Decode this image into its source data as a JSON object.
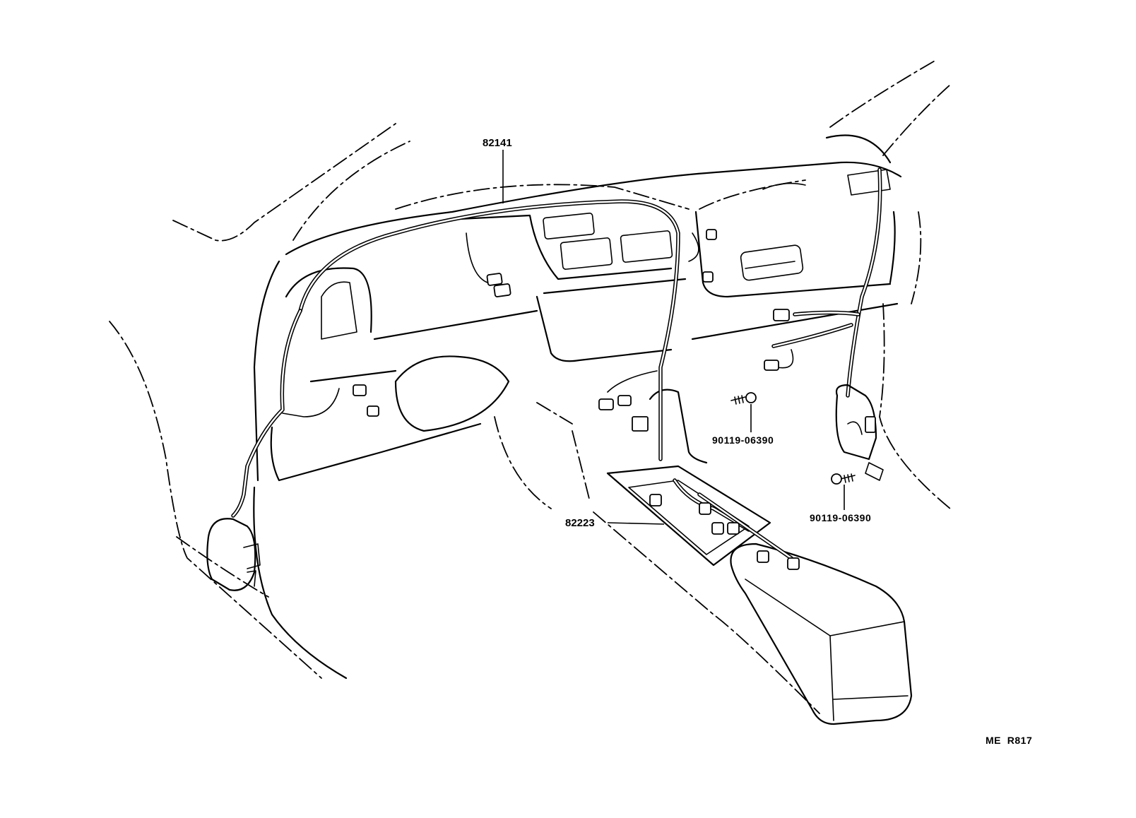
{
  "labels": {
    "part_1": "82141",
    "part_2": "82223",
    "bolt_1": "90119-06390",
    "bolt_2": "90119-06390",
    "diagram_code": "ME  R817"
  },
  "icons": [
    "dashboard-outline",
    "wire-harness",
    "connector-icon",
    "bolt-icon",
    "center-console"
  ]
}
